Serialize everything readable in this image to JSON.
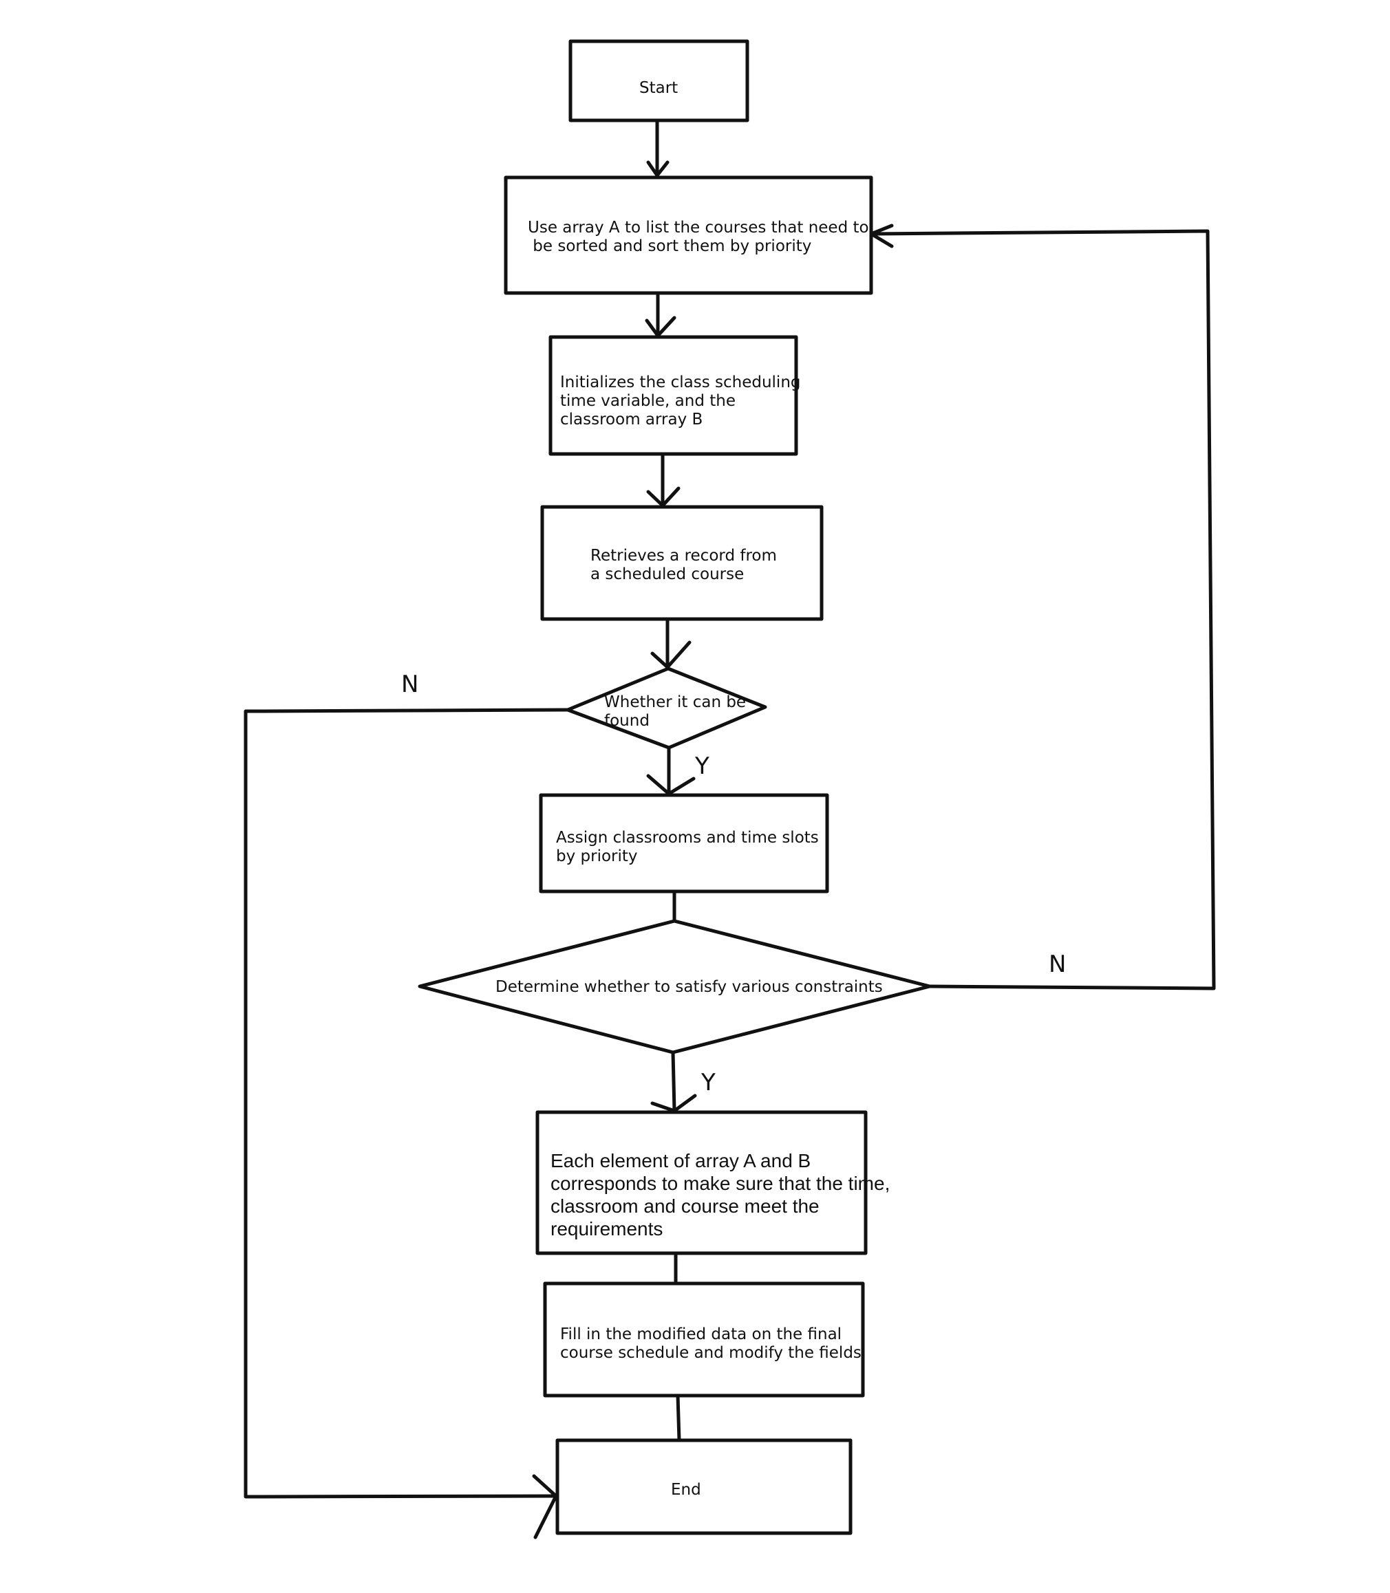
{
  "nodes": {
    "start": {
      "lines": [
        "Start"
      ]
    },
    "list_courses": {
      "lines": [
        "Use array A to list the courses that need to",
        " be sorted and sort them by priority"
      ]
    },
    "init": {
      "lines": [
        "Initializes the class scheduling",
        "time variable, and the",
        "classroom array B"
      ]
    },
    "retrieve": {
      "lines": [
        "Retrieves a record from",
        "a scheduled course"
      ]
    },
    "found_decision": {
      "lines": [
        "Whether it can be",
        "found"
      ]
    },
    "assign": {
      "lines": [
        "Assign classrooms and time slots",
        "by priority"
      ]
    },
    "constraints_decision": {
      "lines": [
        "Determine whether to satisfy various constraints"
      ]
    },
    "correspond": {
      "lines": [
        "Each element of array A and B",
        "corresponds to make sure that the time,",
        "classroom and course meet the",
        "requirements"
      ]
    },
    "fill": {
      "lines": [
        "Fill in the modified data on the final",
        "course schedule and modify the fields"
      ]
    },
    "end": {
      "lines": [
        "End"
      ]
    }
  },
  "edge_labels": {
    "found_no": "N",
    "found_yes": "Y",
    "constraints_no": "N",
    "constraints_yes": "Y"
  }
}
